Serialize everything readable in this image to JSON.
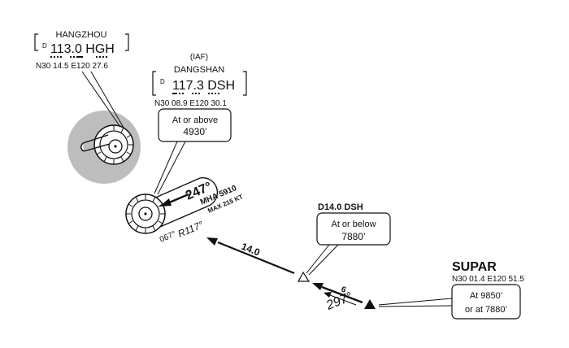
{
  "navaids": {
    "hangzhou": {
      "name": "HANGZHOU",
      "superscript": "D",
      "freq_ident": "113.0 HGH",
      "coords": "N30  14.5  E120  27.6",
      "colors": {
        "outline": "#111111",
        "shade": "#bdbdbd"
      }
    },
    "dangshan": {
      "role": "(IAF)",
      "name": "DANGSHAN",
      "superscript": "D",
      "freq_ident": "117.3 DSH",
      "coords": "N30  08.9  E120  30.1",
      "altitude_box": {
        "line1": "At or above",
        "line2": "4930’"
      }
    }
  },
  "holding": {
    "inbound_course": "247°",
    "outbound_course": "067°",
    "mha": "MHA 5910",
    "max_speed": "MAX 215 KT",
    "radial": "R117°"
  },
  "fixes": {
    "d14": {
      "label": "D14.0 DSH",
      "altitude_box": {
        "line1": "At or below",
        "line2": "7880’"
      }
    },
    "supar": {
      "name": "SUPAR",
      "coords": "N30  01.4  E120  51.5",
      "altitude_box": {
        "line1": "At  9850’",
        "line2": "or at  7880’"
      }
    }
  },
  "legs": {
    "main_distance": "14.0",
    "short_distance": "6",
    "short_course": "297°"
  },
  "icons": [
    "vor-dme-icon",
    "ndb-dots-icon",
    "triangle-fix-icon",
    "arrow-icon"
  ]
}
